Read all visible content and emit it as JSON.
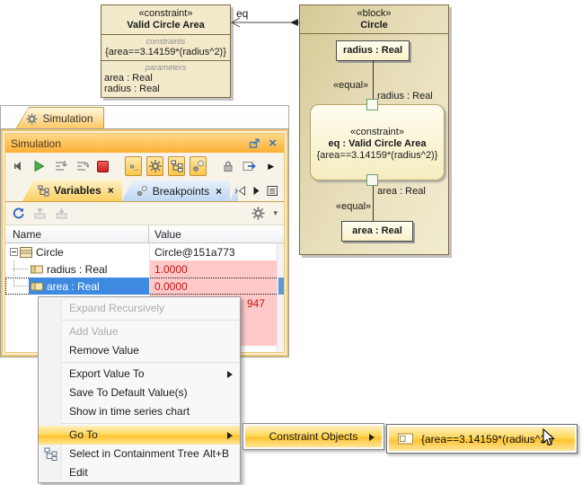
{
  "diagram": {
    "constraint_block": {
      "stereotype": "«constraint»",
      "name": "Valid Circle Area",
      "constraints_label": "constraints",
      "constraint_expr": "{area==3.14159*(radius^2)}",
      "parameters_label": "parameters",
      "parameters": [
        "area : Real",
        "radius : Real"
      ]
    },
    "connector_label": "eq",
    "block": {
      "stereotype": "«block»",
      "name": "Circle",
      "radius_part": "radius : Real",
      "equal_label_top": "«equal»",
      "pin_label_top": "radius : Real",
      "constraint_property": {
        "stereotype": "«constraint»",
        "name": "eq : Valid Circle Area",
        "expr": "{area==3.14159*(radius^2)}"
      },
      "pin_label_bottom": "area : Real",
      "equal_label_bottom": "«equal»",
      "area_part": "area : Real"
    }
  },
  "window": {
    "outer_tab": "Simulation",
    "title": "Simulation",
    "tabs": [
      {
        "label": "Variables"
      },
      {
        "label": "Breakpoints"
      }
    ],
    "partial_tab_glyph": "›",
    "table": {
      "columns": [
        "Name",
        "Value"
      ],
      "rows": [
        {
          "name": "Circle",
          "value": "Circle@151a773"
        },
        {
          "name": "radius : Real",
          "value": "1.0000"
        },
        {
          "name": "area : Real",
          "value": "0.0000"
        },
        {
          "name": "",
          "value_partial": "947"
        }
      ]
    }
  },
  "context_menu": {
    "items": [
      {
        "label": "Expand Recursively",
        "enabled": false
      },
      {
        "label": "Add Value",
        "enabled": false
      },
      {
        "label": "Remove Value",
        "enabled": true
      },
      {
        "label": "Export Value To",
        "enabled": true,
        "submenu": true
      },
      {
        "label": "Save To Default Value(s)",
        "enabled": true
      },
      {
        "label": "Show in time series chart",
        "enabled": true
      },
      {
        "label": "Go To",
        "enabled": true,
        "submenu": true,
        "highlighted": true
      },
      {
        "label": "Select in Containment Tree",
        "enabled": true,
        "shortcut": "Alt+B"
      },
      {
        "label": "Edit",
        "enabled": true
      }
    ]
  },
  "submenus": {
    "go_to_item": "Constraint Objects",
    "constraint_object_item": "{area==3.14159*(radius^2)}"
  },
  "icons": {
    "console_glyph": "»_",
    "window_close": "×",
    "tab_close": "×",
    "dropdown_caret": "▾",
    "overflow_arrow": "▶"
  },
  "colors": {
    "highlight_orange": "#FFC42E",
    "selection_blue": "#3E8AE0",
    "error_value_text": "#C41414",
    "error_value_bg": "#FFC9C9",
    "titlebar_orange": "#FCAF33",
    "block_fill": "#E6DDB8",
    "constraint_block_fill": "#F2EACB"
  }
}
